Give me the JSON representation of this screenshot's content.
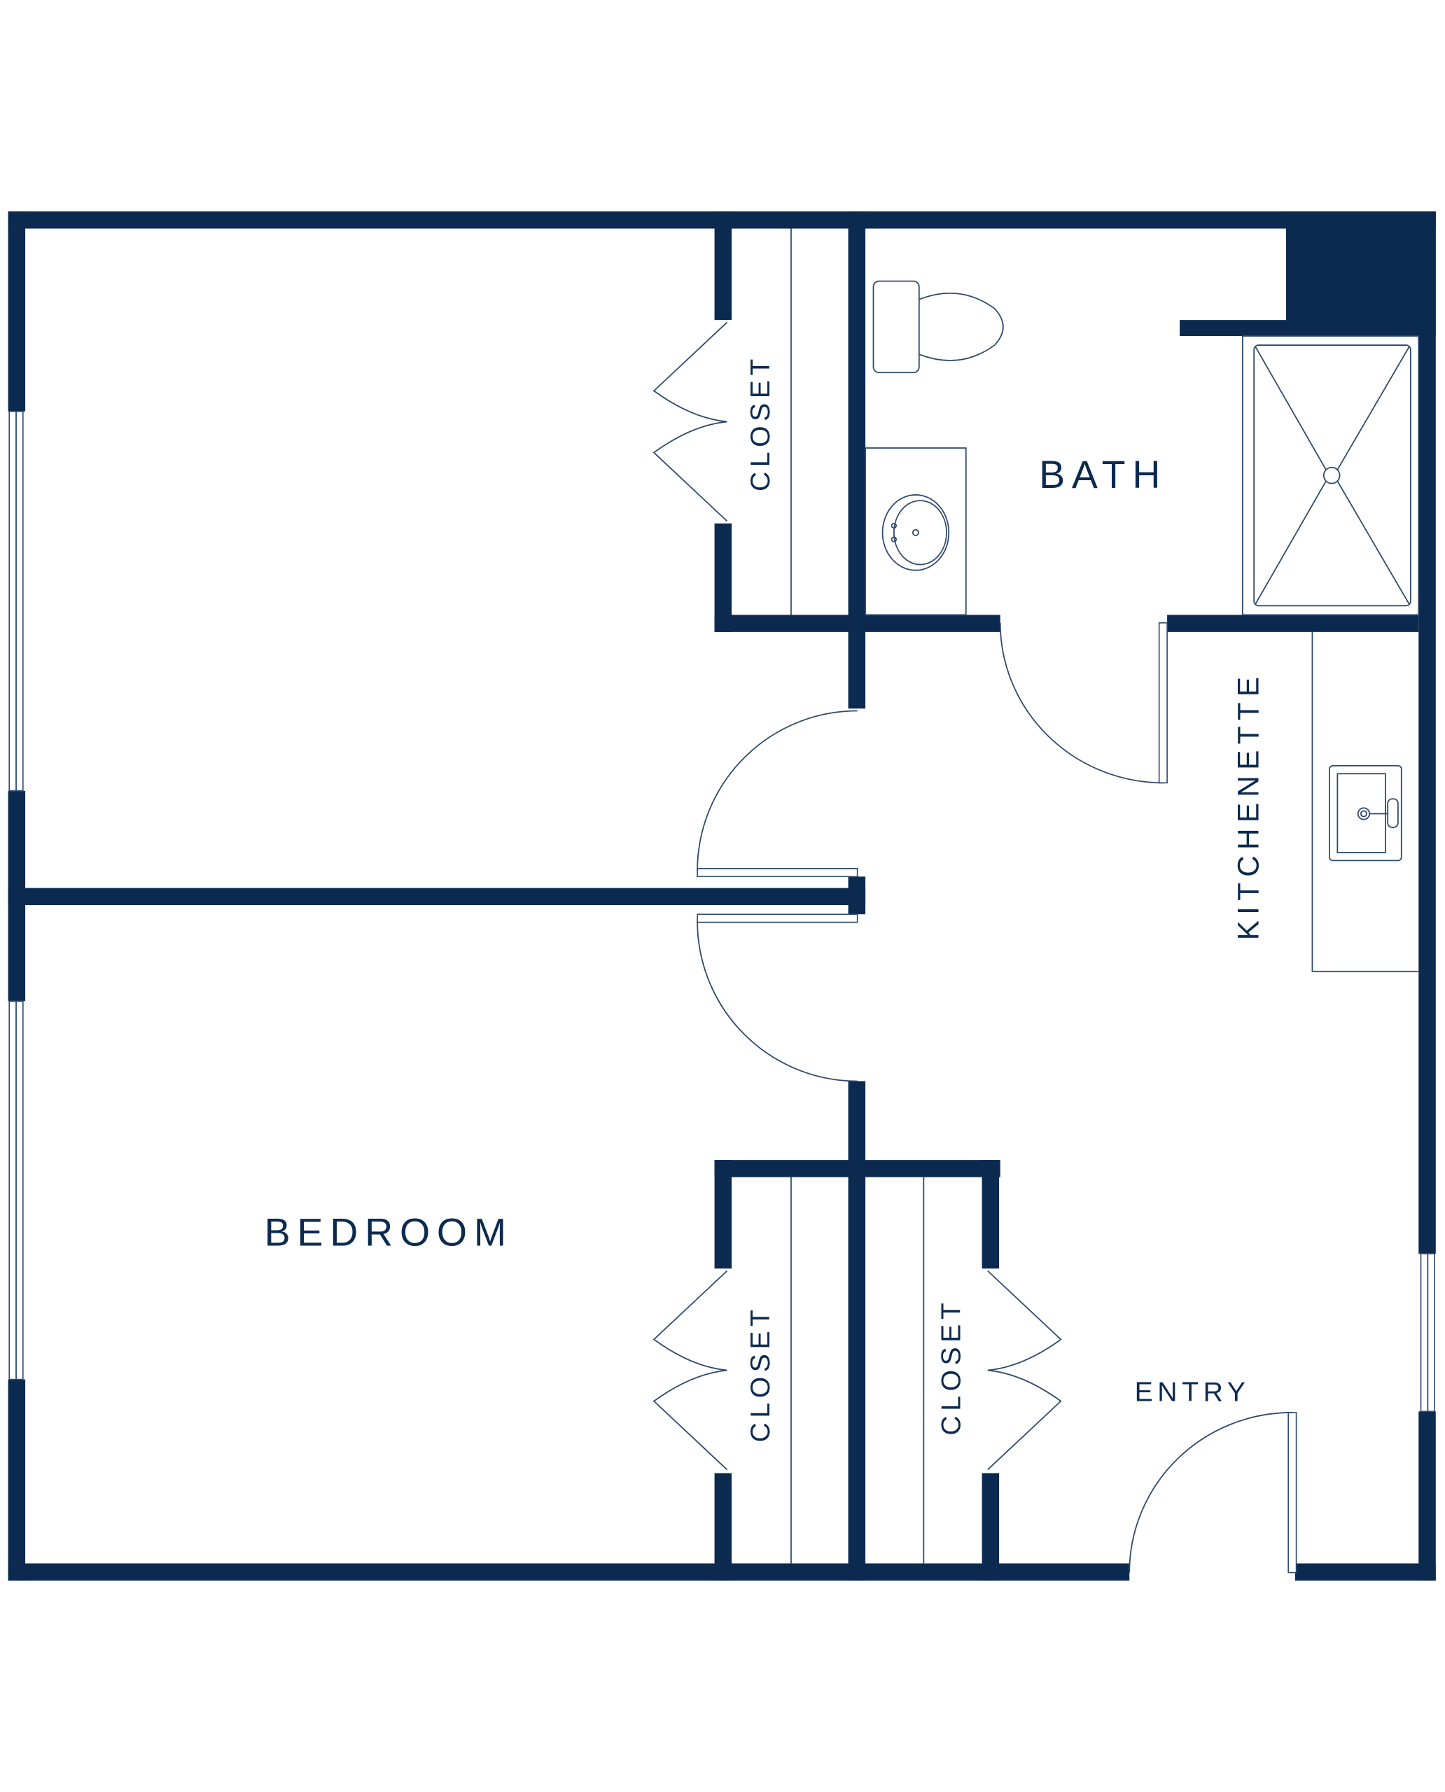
{
  "floorplan": {
    "rooms": {
      "bedroom": "BEDROOM",
      "bath": "BATH",
      "kitchenette": "KITCHENETTE",
      "entry": "ENTRY",
      "closet_top": "CLOSET",
      "closet_bottom_left": "CLOSET",
      "closet_bottom_right": "CLOSET"
    },
    "colors": {
      "wall": "#0c2a4f",
      "line": "#2f4a6e",
      "background": "#ffffff"
    }
  }
}
